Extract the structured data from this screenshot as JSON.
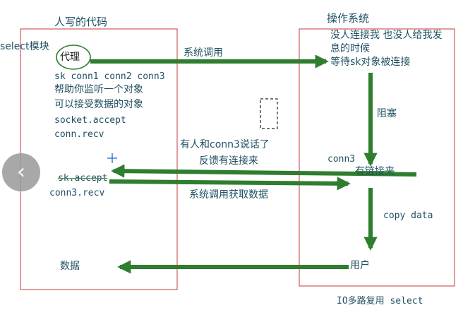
{
  "left_box": {
    "title": "人写的代码",
    "module_label": "select模块",
    "proxy_label": "代理",
    "lines": [
      "sk conn1 conn2 conn3",
      "帮助你监听一个对象",
      "可以接受数据的对象",
      "socket.accept",
      "conn.recv"
    ],
    "sk_accept": "sk.accept",
    "conn3_recv": "conn3.recv",
    "data_label": "数据"
  },
  "right_box": {
    "title": "操作系统",
    "status_lines": [
      "没人连接我 也没人给我发",
      "息的时候",
      "等待sk对象被连接"
    ],
    "blocked_label": "阻塞",
    "conn3_label": "conn3",
    "connected_label": "有链接来",
    "copy_label": "copy data",
    "user_label": "用户",
    "footer": "IO多路复用 select"
  },
  "arrows": {
    "syscall": "系统调用",
    "feedback_line1": "有人和conn3说话了",
    "feedback_line2": "反馈有连接来",
    "syscall_fetch": "系统调用获取数据"
  },
  "colors": {
    "frame": "#d05a5a",
    "arrow": "#2f7d2f",
    "text": "#1f4f63",
    "cursor": "#3a7bd5"
  },
  "icons": {
    "back": "chevron-left-icon",
    "cursor": "crosshair-cursor-icon"
  }
}
